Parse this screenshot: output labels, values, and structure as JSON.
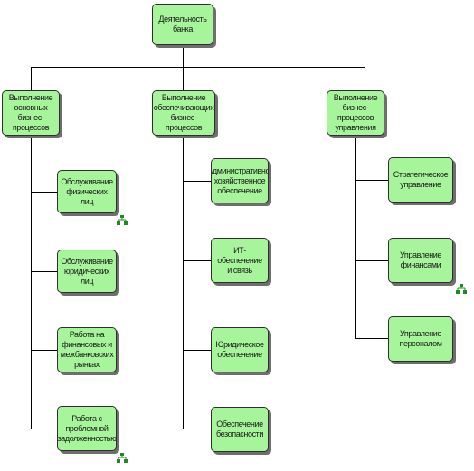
{
  "diagram": {
    "root": {
      "label": "Деятельность банка"
    },
    "columns": [
      {
        "label": "Выполнение основных бизнес-процессов",
        "children": [
          {
            "label": "Обслуживание физических лиц",
            "has_subdiagram": true
          },
          {
            "label": "Обслуживание юридических лиц",
            "has_subdiagram": false
          },
          {
            "label": "Работа на финансовых и межбанковских рынках",
            "has_subdiagram": false
          },
          {
            "label": "Работа с проблемной задолженностью",
            "has_subdiagram": true
          }
        ]
      },
      {
        "label": "Выполнение обеспечивающих бизнес-процессов",
        "children": [
          {
            "label": "Административно-хозяйственное обеспечение",
            "has_subdiagram": false
          },
          {
            "label": "ИТ-обеспечение и связь",
            "has_subdiagram": false
          },
          {
            "label": "Юридическое обеспечение",
            "has_subdiagram": false
          },
          {
            "label": "Обеспечение безопасности",
            "has_subdiagram": false
          }
        ]
      },
      {
        "label": "Выполнение бизнес-процессов управления",
        "children": [
          {
            "label": "Стратегическое управление",
            "has_subdiagram": false
          },
          {
            "label": "Управление финансами",
            "has_subdiagram": true
          },
          {
            "label": "Управление персоналом",
            "has_subdiagram": false
          }
        ]
      }
    ],
    "colors": {
      "node_fill": "#a6f59a",
      "node_border": "#2f2f2f",
      "line": "#000000",
      "icon": "#1f8a1f"
    },
    "icon_name": "subdiagram-icon"
  }
}
